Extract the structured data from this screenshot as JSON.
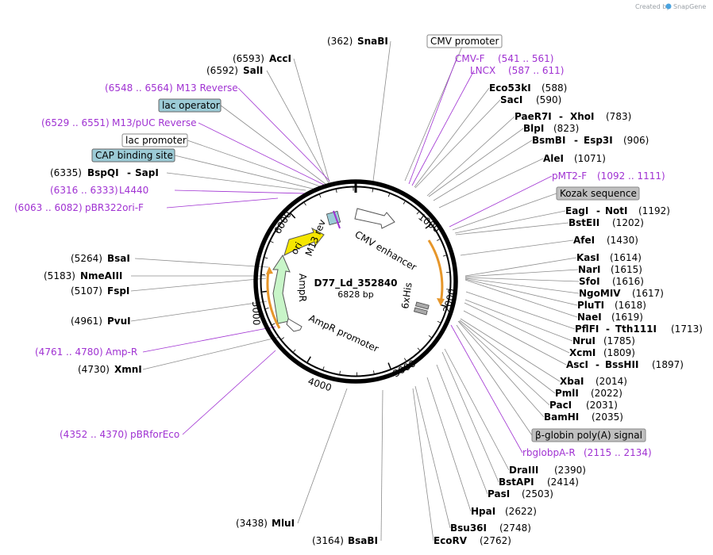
{
  "credit": {
    "prefix": "Created by",
    "brand": "SnapGene"
  },
  "plasmid": {
    "name": "D77_Ld_352840",
    "length": "6828 bp",
    "total_bp": 6828
  },
  "ticks": [
    {
      "bp": 1000,
      "label": "1000"
    },
    {
      "bp": 2000,
      "label": "2000"
    },
    {
      "bp": 3000,
      "label": "3000"
    },
    {
      "bp": 4000,
      "label": "4000"
    },
    {
      "bp": 5000,
      "label": "5000"
    },
    {
      "bp": 6000,
      "label": "6000"
    }
  ],
  "features": [
    {
      "name": "CMV enhancer",
      "label": "CMV enhancer"
    },
    {
      "name": "6xHis",
      "label": "6xHis"
    },
    {
      "name": "AmpR",
      "label": "AmpR"
    },
    {
      "name": "AmpR promoter",
      "label": "AmpR promoter"
    },
    {
      "name": "ori",
      "label": "ori"
    },
    {
      "name": "M13 rev",
      "label": "M13 rev"
    }
  ],
  "enzymes_right": [
    {
      "name": "SnaBI",
      "pos": "(362)"
    },
    {
      "name": "Eco53kI",
      "pos": "(588)"
    },
    {
      "name": "SacI",
      "pos": "(590)"
    },
    {
      "name": "PaeR7I",
      "name2": "XhoI",
      "pos": "(783)"
    },
    {
      "name": "BlpI",
      "pos": "(823)"
    },
    {
      "name": "BsmBI",
      "name2": "Esp3I",
      "pos": "(906)"
    },
    {
      "name": "AleI",
      "pos": "(1071)"
    },
    {
      "name": "EagI",
      "name2": "NotI",
      "pos": "(1192)"
    },
    {
      "name": "BstEII",
      "pos": "(1202)"
    },
    {
      "name": "AfeI",
      "pos": "(1430)"
    },
    {
      "name": "KasI",
      "pos": "(1614)"
    },
    {
      "name": "NarI",
      "pos": "(1615)"
    },
    {
      "name": "SfoI",
      "pos": "(1616)"
    },
    {
      "name": "NgoMIV",
      "pos": "(1617)"
    },
    {
      "name": "PluTI",
      "pos": "(1618)"
    },
    {
      "name": "NaeI",
      "pos": "(1619)"
    },
    {
      "name": "PflFI",
      "name2": "Tth111I",
      "pos": "(1713)"
    },
    {
      "name": "NruI",
      "pos": "(1785)"
    },
    {
      "name": "XcmI",
      "pos": "(1809)"
    },
    {
      "name": "AscI",
      "name2": "BssHII",
      "pos": "(1897)"
    },
    {
      "name": "XbaI",
      "pos": "(2014)"
    },
    {
      "name": "PmlI",
      "pos": "(2022)"
    },
    {
      "name": "PacI",
      "pos": "(2031)"
    },
    {
      "name": "BamHI",
      "pos": "(2035)"
    },
    {
      "name": "DraIII",
      "pos": "(2390)"
    },
    {
      "name": "BstAPI",
      "pos": "(2414)"
    },
    {
      "name": "PasI",
      "pos": "(2503)"
    },
    {
      "name": "HpaI",
      "pos": "(2622)"
    },
    {
      "name": "Bsu36I",
      "pos": "(2748)"
    },
    {
      "name": "EcoRV",
      "pos": "(2762)"
    },
    {
      "name": "BsaBI",
      "pos": "(3164)"
    }
  ],
  "enzymes_left": [
    {
      "name": "AccI",
      "pos": "(6593)"
    },
    {
      "name": "SalI",
      "pos": "(6592)"
    },
    {
      "name": "BspQI",
      "name2": "SapI",
      "pos": "(6335)"
    },
    {
      "name": "BsaI",
      "pos": "(5264)"
    },
    {
      "name": "NmeAIII",
      "pos": "(5183)"
    },
    {
      "name": "FspI",
      "pos": "(5107)"
    },
    {
      "name": "PvuI",
      "pos": "(4961)"
    },
    {
      "name": "XmnI",
      "pos": "(4730)"
    },
    {
      "name": "MluI",
      "pos": "(3438)"
    }
  ],
  "primers": [
    {
      "name": "CMV-F",
      "range": "(541 .. 561)"
    },
    {
      "name": "LNCX",
      "range": "(587 .. 611)"
    },
    {
      "name": "pMT2-F",
      "range": "(1092 .. 1111)"
    },
    {
      "name": "rbglobpA-R",
      "range": "(2115 .. 2134)"
    },
    {
      "name": "M13 Reverse",
      "range": "(6548 .. 6564)"
    },
    {
      "name": "M13/pUC Reverse",
      "range": "(6529 .. 6551)"
    },
    {
      "name": "L4440",
      "range": "(6316 .. 6333)"
    },
    {
      "name": "pBR322ori-F",
      "range": "(6063 .. 6082)"
    },
    {
      "name": "Amp-R",
      "range": "(4761 .. 4780)"
    },
    {
      "name": "pBRforEco",
      "range": "(4352 .. 4370)"
    }
  ],
  "boxed": [
    {
      "name": "CMV promoter",
      "style": "white"
    },
    {
      "name": "Kozak sequence",
      "style": "gray"
    },
    {
      "name": "β-globin poly(A) signal",
      "style": "gray"
    },
    {
      "name": "lac operator",
      "style": "teal"
    },
    {
      "name": "lac promoter",
      "style": "white"
    },
    {
      "name": "CAP binding site",
      "style": "teal"
    }
  ],
  "colors": {
    "backbone": "#000000",
    "primer": "#a032d2",
    "ori": "#f5e600",
    "ampr": "#c8f5c8",
    "orange": "#e6962a",
    "teal_box": "#9ccbd6",
    "gray_box": "#c0c0c0"
  }
}
